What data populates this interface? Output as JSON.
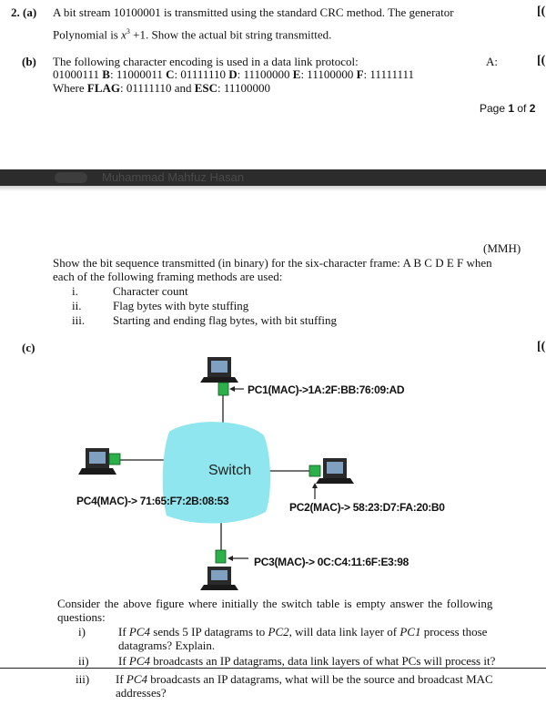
{
  "q2": {
    "num": "2. (a)",
    "a_line1": "A bit stream 10100001 is transmitted using the standard CRC method. The generator",
    "a_line2_pre": "Polynomial is ",
    "a_poly_x": "x",
    "a_poly_exp": "3",
    "a_poly_rest": " +1",
    "a_line2_post": ". Show the actual bit string transmitted.",
    "bracket": "[("
  },
  "partb": {
    "label": "(b)",
    "line1": "The following character encoding is used in a data link protocol:",
    "a_side": "A:",
    "bracket": "[(",
    "enc": {
      "a": "01000111 ",
      "b_key": "B",
      "b": ": 11000011 ",
      "c_key": "C",
      "c": ": 01111110 ",
      "d_key": "D",
      "d": ": 11100000 ",
      "e_key": "E",
      "e": ": 11100000 ",
      "f_key": "F",
      "f": ": 11111111"
    },
    "where_pre": "Where ",
    "flag_key": "FLAG",
    "flag_val": ": 01111110 and ",
    "esc_key": "ESC",
    "esc_val": ": 11100000",
    "page_pre": "Page ",
    "page_num": "1",
    "page_of": " of ",
    "page_total": "2"
  },
  "band": {
    "text": "Muhammad Mahfuz Hasan"
  },
  "page2": {
    "mmh": "(MMH)",
    "intro1": "Show the bit sequence transmitted (in binary) for the six-character frame: A B C D E F when",
    "intro2": "each of the following framing methods are used:",
    "items": [
      {
        "num": "i.",
        "text": "Character count"
      },
      {
        "num": "ii.",
        "text": "Flag bytes with byte stuffing"
      },
      {
        "num": "iii.",
        "text": "Starting and ending flag bytes, with bit stuffing"
      }
    ]
  },
  "partc": {
    "label": "(c)",
    "bracket": "[(",
    "switch_label": "Switch",
    "pc1": "PC1(MAC)->1A:2F:BB:76:09:AD",
    "pc2": "PC2(MAC)-> 58:23:D7:FA:20:B0",
    "pc3": "PC3(MAC)-> 0C:C4:11:6F:E3:98",
    "pc4": "PC4(MAC)-> 71:65:F7:2B:08:53",
    "colors": {
      "switch": "#8fe6ee",
      "connector": "#2bb04a",
      "pc_dark": "#1a1a1a"
    },
    "consider1": "Consider the above figure where initially the switch table is empty answer the following",
    "consider2": "questions:",
    "questions": {
      "q1_num": "i)",
      "q1_pre": "If ",
      "q1_pc4": "PC4",
      "q1_mid": " sends 5 IP datagrams to ",
      "q1_pc2": "PC2",
      "q1_mid2": ", will data link layer of ",
      "q1_pc1": "PC1",
      "q1_post": " process those",
      "q1_line2": "datagrams? Explain.",
      "q2_num": "ii)",
      "q2_pre": "If ",
      "q2_pc4": "PC4",
      "q2_post": " broadcasts an IP datagrams, data link layers of what PCs will process it?",
      "q3_num": "iii)",
      "q3_pre": "If ",
      "q3_pc4": "PC4",
      "q3_post": " broadcasts an IP datagrams, what will be the source and broadcast MAC",
      "q3_line2": "addresses?"
    }
  }
}
